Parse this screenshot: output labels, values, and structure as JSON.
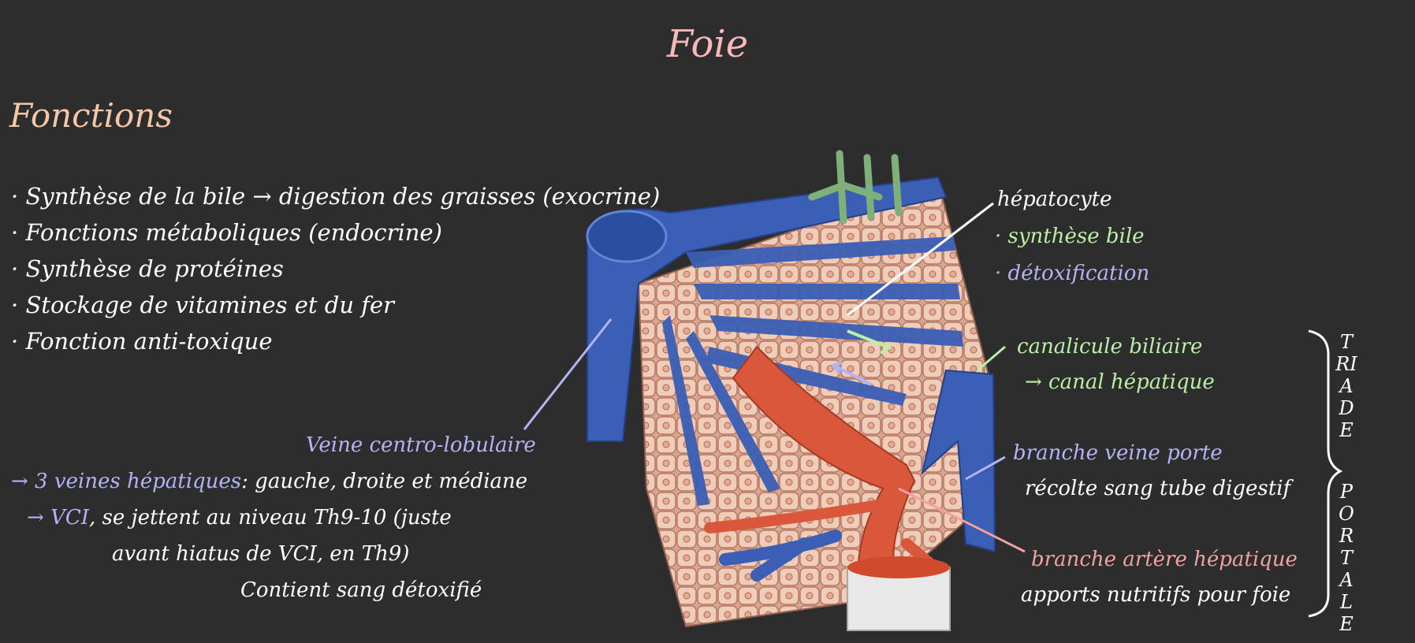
{
  "title": "Foie",
  "functions": {
    "heading": "Fonctions",
    "items": [
      "Synthèse de la bile → digestion des graisses (exocrine)",
      "Fonctions métaboliques (endocrine)",
      "Synthèse de protéines",
      "Stockage de vitamines et du fer",
      "Fonction anti-toxique"
    ]
  },
  "labels": {
    "hepatocyte": "hépatocyte",
    "hepatocyte_role1": "· synthèse bile",
    "hepatocyte_role2": "· détoxification",
    "canalicule": "canalicule biliaire",
    "canal_hepatique": "→ canal hépatique",
    "veine_porte": "branche veine porte",
    "veine_porte_role": "récolte sang tube digestif",
    "artere": "branche artère hépatique",
    "artere_role": "apports nutritifs pour foie",
    "veine_centro": "Veine centro-lobulaire",
    "veines_hepatiques_prefix": "→ 3 veines hépatiques",
    "veines_hepatiques_rest": ": gauche, droite et médiane",
    "vci_prefix": "→",
    "vci": "VCI",
    "vci_rest": ", se jettent au niveau Th9-10 (juste",
    "vci_line2": "avant hiatus de VCI, en Th9)",
    "vci_line3": "Contient sang détoxifié",
    "triade": "TRIADE",
    "portale": "PORTALE"
  },
  "colors": {
    "background": "#2d2d2d",
    "title": "#f7b8b8",
    "heading": "#f5c7a9",
    "green": "#b9f0a5",
    "lavender": "#b3b3f5",
    "pink": "#f2a0a0",
    "vein_blue": "#3a5fb5",
    "artery_red": "#d9573a",
    "hepatocyte_tissue": "#d9a58f"
  }
}
